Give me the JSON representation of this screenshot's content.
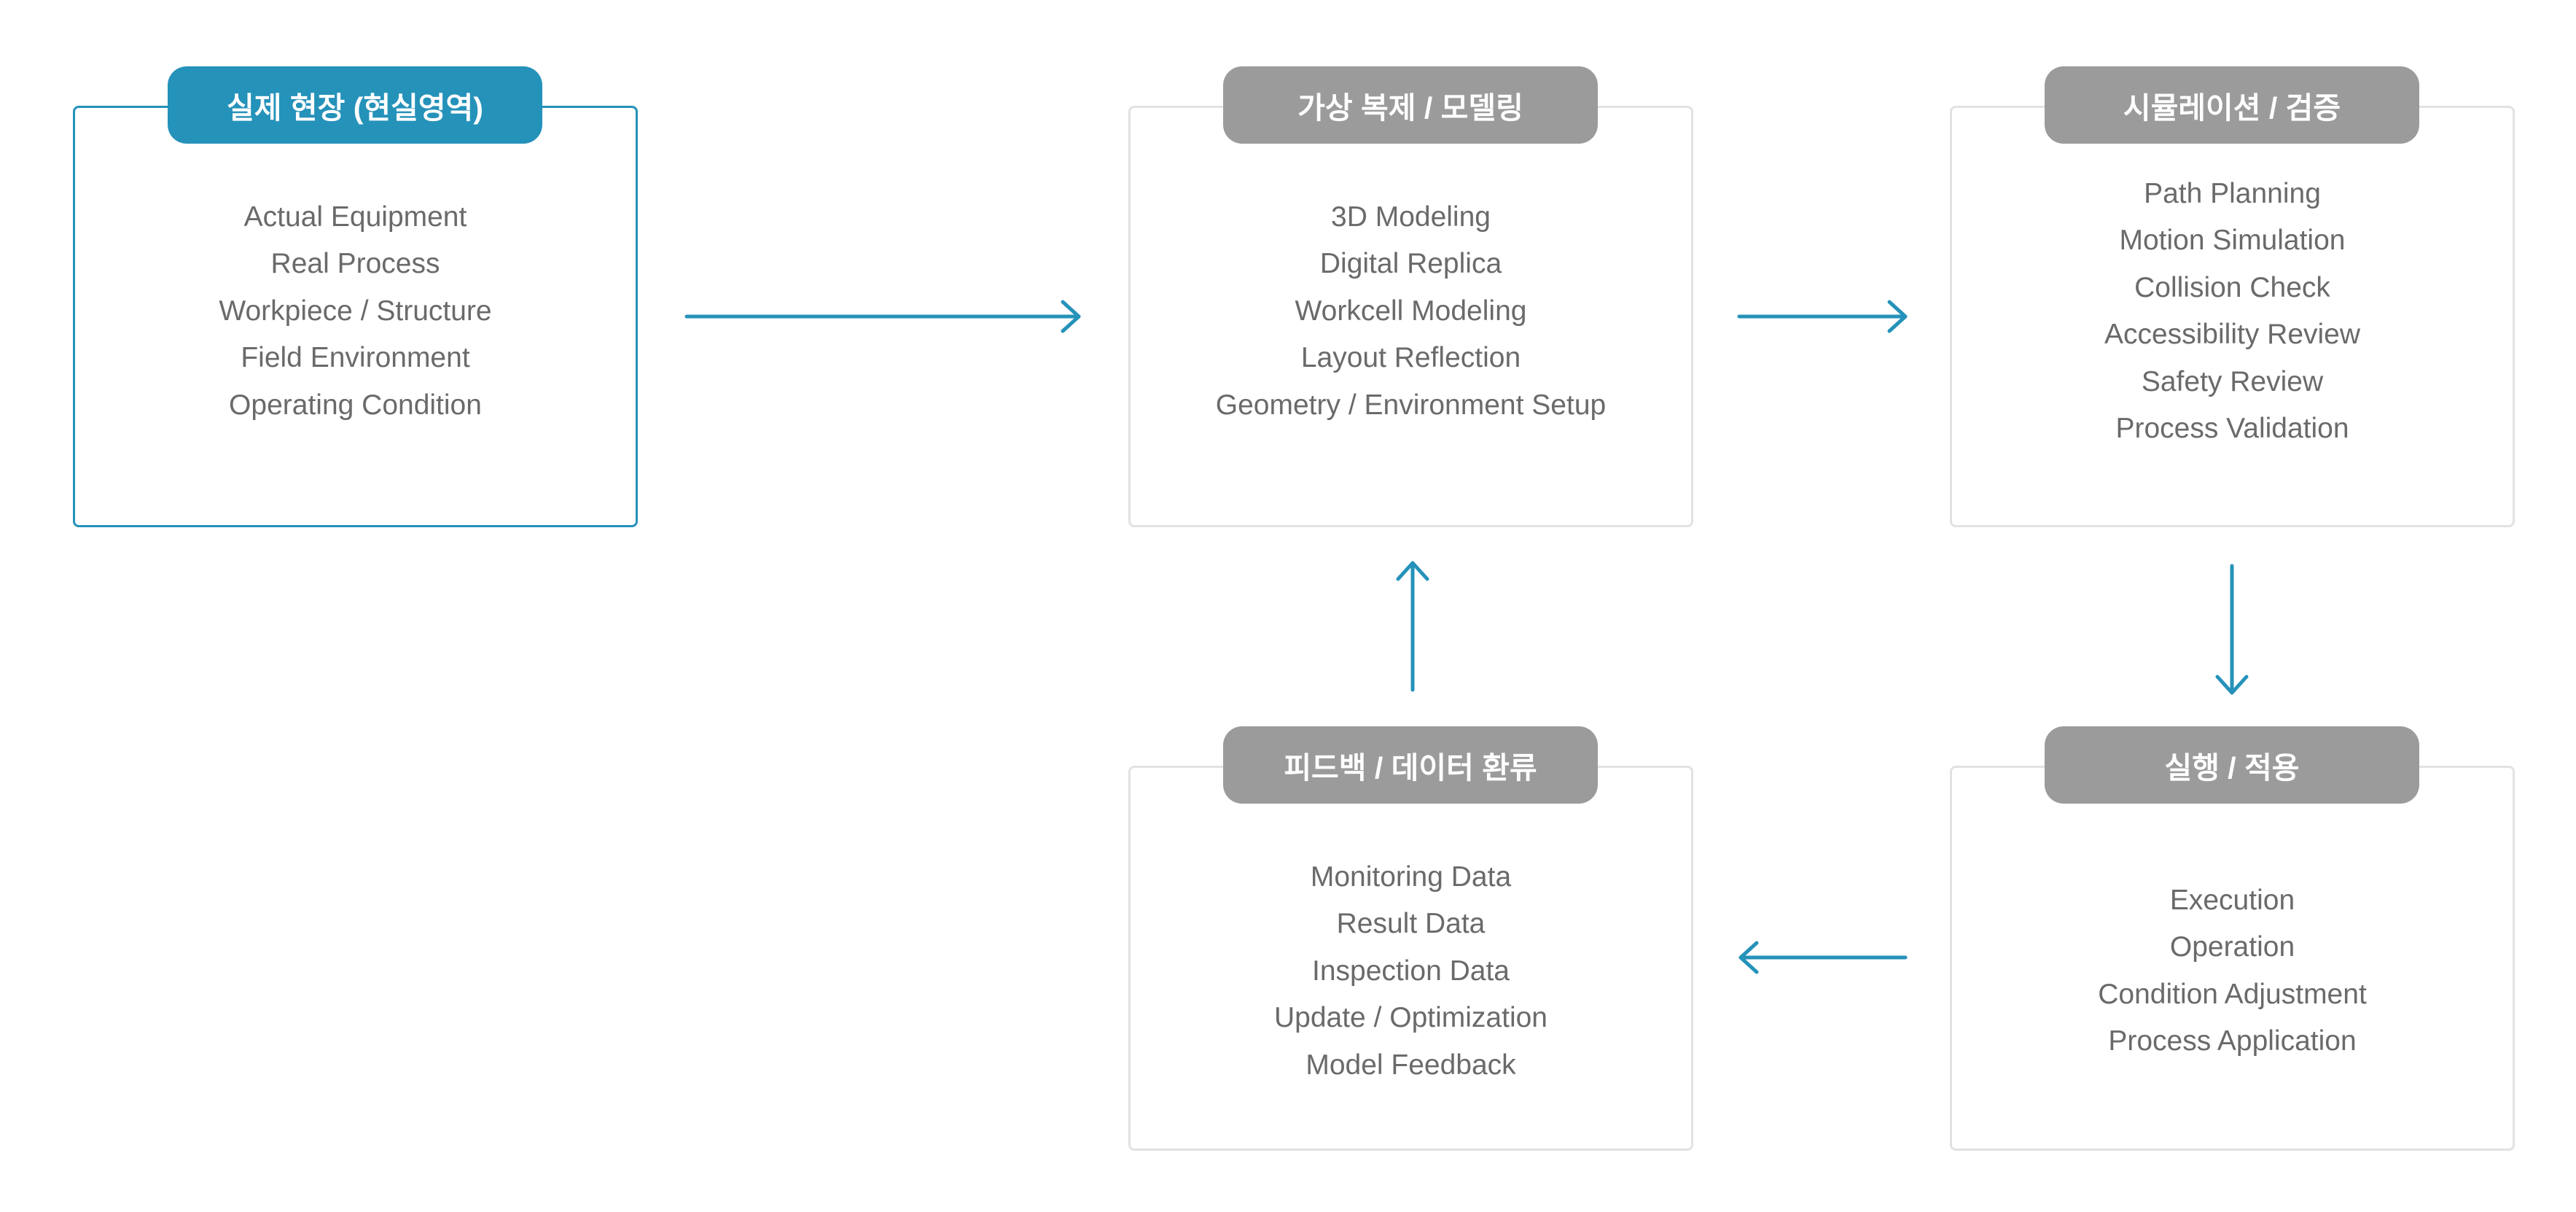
{
  "stages": {
    "real": {
      "title": "실제 현장 (현실영역)",
      "items": [
        "Actual Equipment",
        "Real Process",
        "Workpiece / Structure",
        "Field Environment",
        "Operating Condition"
      ]
    },
    "virtual": {
      "title": "가상 복제 / 모델링",
      "items": [
        "3D Modeling",
        "Digital Replica",
        "Workcell Modeling",
        "Layout Reflection",
        "Geometry / Environment Setup"
      ]
    },
    "simulation": {
      "title": "시뮬레이션 / 검증",
      "items": [
        "Path Planning",
        "Motion Simulation",
        "Collision Check",
        "Accessibility Review",
        "Safety Review",
        "Process Validation"
      ]
    },
    "execution": {
      "title": "실행 / 적용",
      "items": [
        "Execution",
        "Operation",
        "Condition Adjustment",
        "Process Application"
      ]
    },
    "feedback": {
      "title": "피드백 / 데이터 환류",
      "items": [
        "Monitoring Data",
        "Result Data",
        "Inspection Data",
        "Update / Optimization",
        "Model Feedback"
      ]
    }
  },
  "colors": {
    "accent": "#2592ba",
    "tab_gray": "#9b9b9b",
    "text": "#6a6a6a",
    "border_gray": "#e2e2e2"
  }
}
